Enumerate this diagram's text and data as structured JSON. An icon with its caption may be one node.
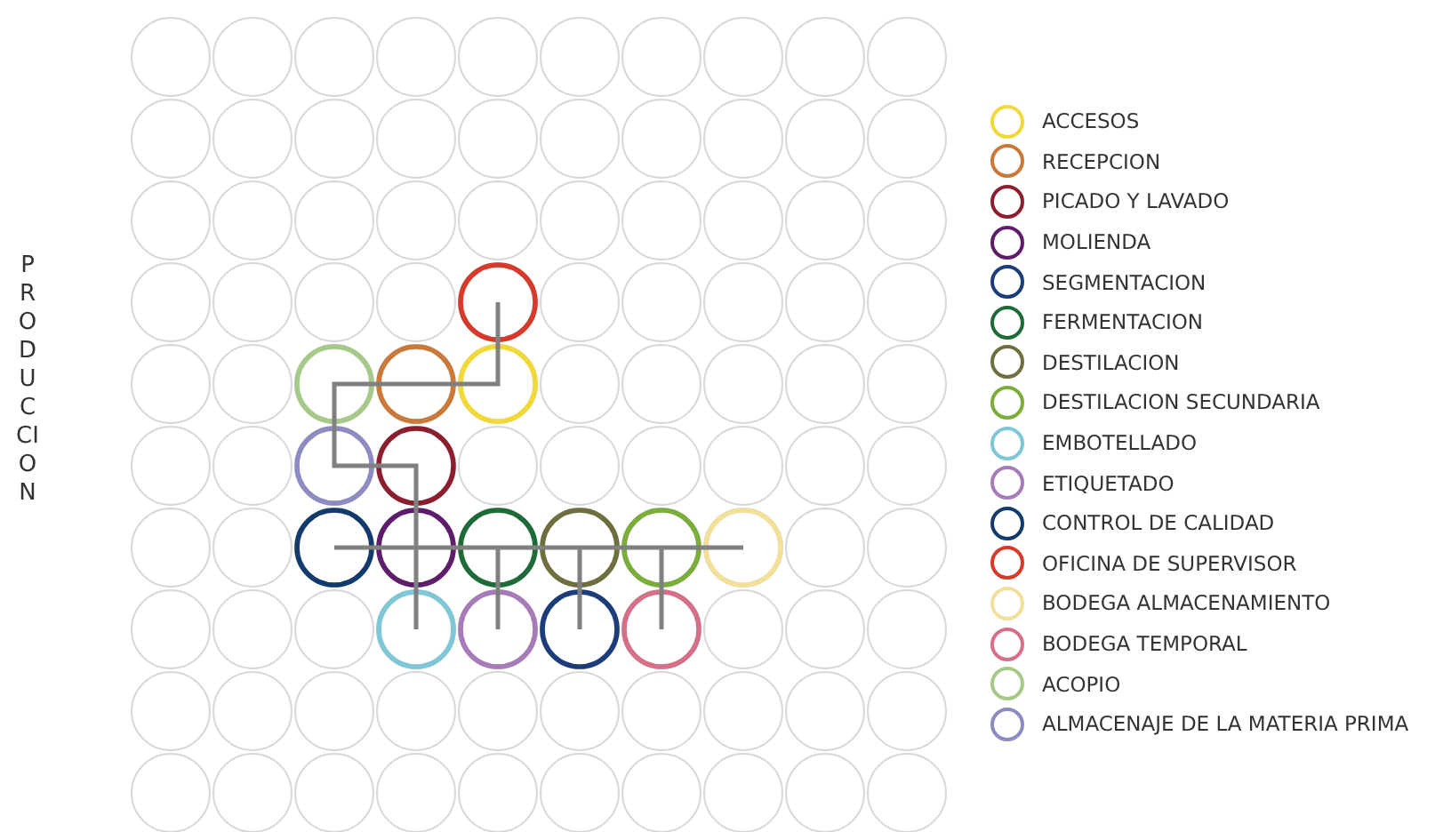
{
  "diagram": {
    "labels": [
      "PRODUCCION"
    ],
    "legend": [
      {
        "text": "ACCESOS",
        "color": "#f2d93b"
      },
      {
        "text": "RECEPCION",
        "color": "#c97a3a"
      },
      {
        "text": "PICADO Y LAVADO",
        "color": "#8c1f2e"
      },
      {
        "text": "MOLIENDA",
        "color": "#5e1d6b"
      },
      {
        "text": "SEGMENTACION",
        "color": "#1d3d7a"
      },
      {
        "text": "FERMENTACION",
        "color": "#1e6b3a"
      },
      {
        "text": "DESTILACION",
        "color": "#6e6e3e"
      },
      {
        "text": "DESTILACION SECUNDARIA",
        "color": "#7aad3a"
      },
      {
        "text": "EMBOTELLADO",
        "color": "#7fc6d6"
      },
      {
        "text": "ETIQUETADO",
        "color": "#a77ab8"
      },
      {
        "text": "CONTROL DE CALIDAD",
        "color": "#123a6b"
      },
      {
        "text": "OFICINA DE SUPERVISOR",
        "color": "#d63a2a"
      },
      {
        "text": "BODEGA ALMACENAMIENTO",
        "color": "#f2df9a"
      },
      {
        "text": "BODEGA TEMPORAL",
        "color": "#d67088"
      },
      {
        "text": "ACOPIO",
        "color": "#a6c98a"
      },
      {
        "text": "ALMACENAJE DE LA MATERIA PRIMA",
        "color": "#8c8cc2"
      }
    ]
  }
}
